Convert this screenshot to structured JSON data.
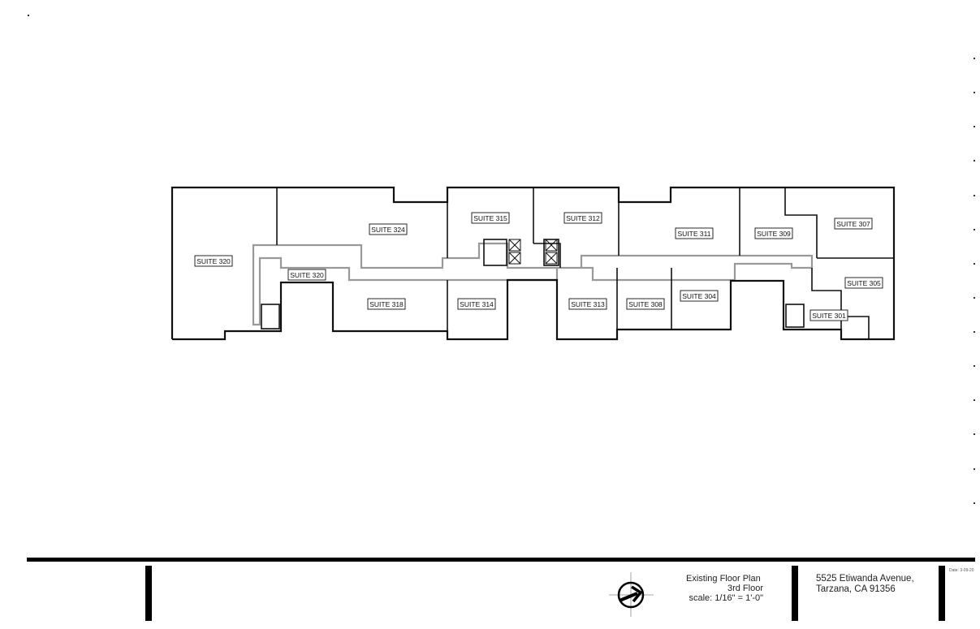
{
  "floor_plan": {
    "suites": [
      {
        "id": "320",
        "label": "SUITE 320"
      },
      {
        "id": "324",
        "label": "SUITE 324"
      },
      {
        "id": "315",
        "label": "SUITE 315"
      },
      {
        "id": "312",
        "label": "SUITE 312"
      },
      {
        "id": "311",
        "label": "SUITE 311"
      },
      {
        "id": "309",
        "label": "SUITE 309"
      },
      {
        "id": "307",
        "label": "SUITE 307"
      },
      {
        "id": "320b",
        "label": "SUITE 320"
      },
      {
        "id": "318",
        "label": "SUITE 318"
      },
      {
        "id": "314",
        "label": "SUITE 314"
      },
      {
        "id": "313",
        "label": "SUITE 313"
      },
      {
        "id": "308",
        "label": "SUITE 308"
      },
      {
        "id": "304",
        "label": "SUITE 304"
      },
      {
        "id": "305",
        "label": "SUITE 305"
      },
      {
        "id": "301",
        "label": "SUITE 301"
      }
    ]
  },
  "title_block": {
    "title": "Existing Floor Plan",
    "floor": "3rd Floor",
    "scale": "scale: 1/16\" = 1'-0\"",
    "address_line1": "5525 Etiwanda Avenue,",
    "address_line2": "Tarzana, CA 91356",
    "date": "Date: 3-09-20",
    "north_arrow_icon": "north-arrow-icon"
  }
}
